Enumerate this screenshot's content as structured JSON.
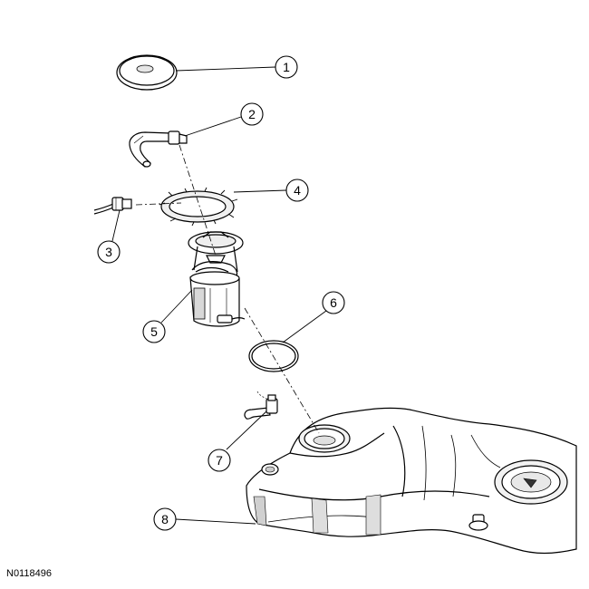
{
  "figure_id": "N0118496",
  "callouts": [
    "1",
    "2",
    "3",
    "4",
    "5",
    "6",
    "7",
    "8"
  ]
}
